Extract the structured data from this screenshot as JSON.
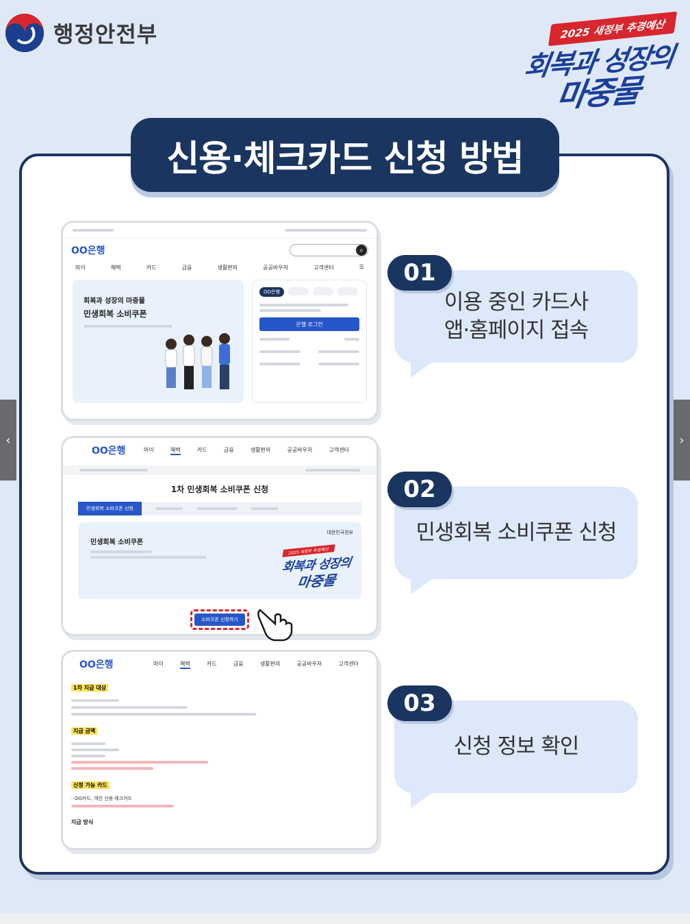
{
  "header": {
    "ministry_name": "행정안전부",
    "slogan_top": "2025 새정부 추경예산",
    "slogan_line1": "회복과 성장의",
    "slogan_line2": "마중물"
  },
  "title": "신용·체크카드 신청 방법",
  "steps": [
    {
      "number": "01",
      "text_line1": "이용 중인 카드사",
      "text_line2": "앱·홈페이지 접속"
    },
    {
      "number": "02",
      "text_line1": "민생회복 소비쿠폰 신청",
      "text_line2": ""
    },
    {
      "number": "03",
      "text_line1": "신청 정보 확인",
      "text_line2": ""
    }
  ],
  "mock1": {
    "logo": "OO은행",
    "nav": [
      "마이",
      "혜택",
      "카드",
      "금융",
      "생활편의",
      "공공바우처",
      "고객센터"
    ],
    "hero_title1": "회복과 성장의 마중물",
    "hero_title2": "민생회복 소비쿠폰",
    "login_button": "은행 로그인",
    "login_tab": "OO은행"
  },
  "mock2": {
    "logo": "OO은행",
    "nav": [
      "마이",
      "혜택",
      "카드",
      "금융",
      "생활편의",
      "공공바우처",
      "고객센터"
    ],
    "page_title": "1차 민생회복 소비쿠폰 신청",
    "step_active": "민생회복 소비쿠폰 신청",
    "panel_title": "민생회복 소비쿠폰",
    "gov_label": "대한민국정부",
    "slogan_top": "2025 새정부 추경예산",
    "slogan_line1": "회복과 성장의",
    "slogan_line2": "마중물",
    "apply_button": "소비쿠폰 신청하기"
  },
  "mock3": {
    "logo": "OO은행",
    "nav": [
      "마이",
      "혜택",
      "카드",
      "금융",
      "생활편의",
      "공공바우처",
      "고객센터"
    ],
    "section1": "1차 지급 대상",
    "section2": "지급 금액",
    "section3": "신청 가능 카드",
    "card_line": "- OO카드, 개인 신용·체크카드",
    "section4": "지급 방식"
  },
  "colors": {
    "navy": "#1a355f",
    "bubble": "#dde8fa",
    "accent_blue": "#2756c9",
    "red": "#d8262e",
    "highlight": "#ffe45c"
  }
}
